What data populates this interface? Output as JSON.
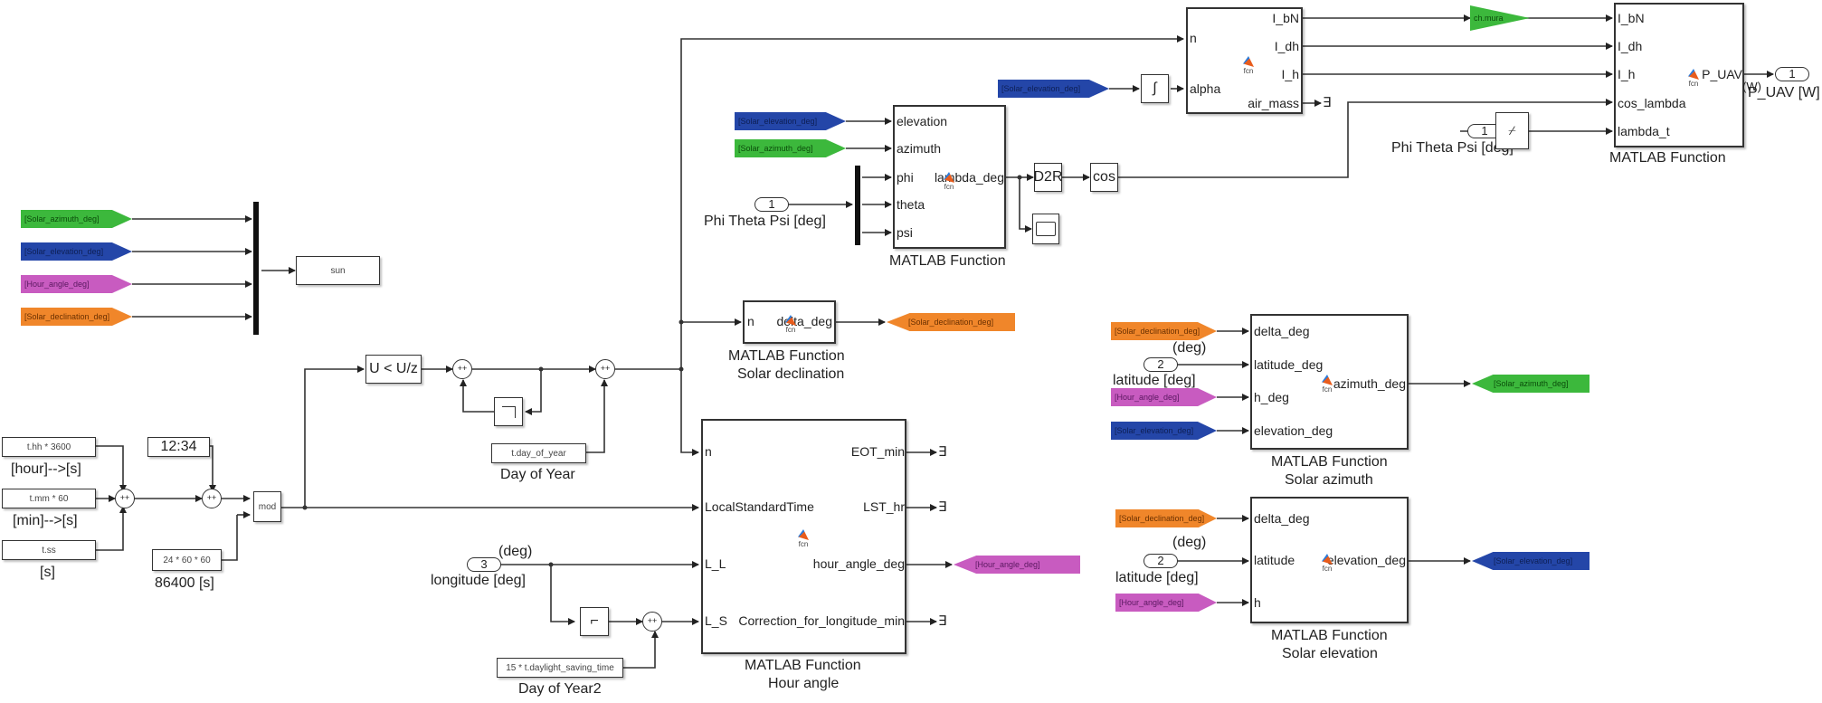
{
  "diagram": {
    "type": "simulink-model",
    "colors": {
      "green_tag": "#3cb83c",
      "blue_tag": "#2446a8",
      "magenta_tag": "#c85bc0",
      "orange_tag": "#f0862a"
    }
  },
  "sun_mux": {
    "from_tags": [
      "[Solar_azimuth_deg]",
      "[Solar_elevation_deg]",
      "[Hour_angle_deg]",
      "[Solar_declination_deg]"
    ],
    "output_block": "sun"
  },
  "time_inputs": {
    "hours": {
      "expr": "t.hh * 3600",
      "label": "[hour]-->[s]"
    },
    "minutes": {
      "expr": "t.mm * 60",
      "label": "[min]-->[s]"
    },
    "seconds": {
      "expr": "t.ss",
      "label": "[s]"
    },
    "clock_display": "12:34",
    "day_seconds": {
      "expr": "24 * 60 * 60",
      "label": "86400 [s]"
    },
    "mod_block": "mod",
    "sum_signs": "++"
  },
  "day_counter": {
    "detect": "U < U/z",
    "day_of_year": {
      "expr": "t.day_of_year",
      "label": "Day of Year"
    },
    "dst": {
      "expr": "15 * t.daylight_saving_time",
      "label": "Day of Year2"
    }
  },
  "longitude_inport": {
    "number": "3",
    "unit": "(deg)",
    "label": "longitude [deg]"
  },
  "hour_angle_block": {
    "inputs": [
      "n",
      "LocalStandardTime",
      "L_L",
      "L_S"
    ],
    "outputs": [
      "EOT_min",
      "LST_hr",
      "hour_angle_deg",
      "Correction_for_longitude_min"
    ],
    "icon_text": "fcn",
    "title": "MATLAB Function",
    "subtitle": "Hour angle",
    "goto_tag": "[Hour_angle_deg]"
  },
  "declination_block": {
    "input": "n",
    "output": "delta_deg",
    "icon_text": "fcn",
    "title": "MATLAB Function",
    "subtitle": "Solar declination",
    "goto_tag": "[Solar_declination_deg]"
  },
  "lambda_block": {
    "from_tags": [
      "[Solar_elevation_deg]",
      "[Solar_azimuth_deg]"
    ],
    "inport": {
      "number": "1",
      "label": "Phi Theta Psi [deg]"
    },
    "inputs": [
      "elevation",
      "azimuth",
      "phi",
      "theta",
      "psi"
    ],
    "output": "lambda_deg",
    "icon_text": "fcn",
    "title": "MATLAB Function",
    "d2r": "D2R",
    "cos": "cos"
  },
  "irradiance_block": {
    "from_tag": "[Solar_elevation_deg]",
    "inputs": [
      "n",
      "alpha"
    ],
    "outputs": [
      "I_bN",
      "I_dh",
      "I_h",
      "air_mass"
    ],
    "icon_text": "fcn"
  },
  "power_block": {
    "gain": "ch.mura",
    "inputs": [
      "I_bN",
      "I_dh",
      "I_h",
      "cos_lambda",
      "lambda_t"
    ],
    "output": "P_UAV",
    "icon_text": "fcn",
    "title": "MATLAB Function",
    "inport": {
      "number": "1",
      "label": "Phi Theta Psi [deg]"
    },
    "outport": {
      "number": "1",
      "unit": "(W)",
      "label": "P_UAV [W]"
    }
  },
  "azimuth_block": {
    "from_tags": [
      "[Solar_declination_deg]",
      "[Hour_angle_deg]",
      "[Solar_elevation_deg]"
    ],
    "inport": {
      "number": "2",
      "unit": "(deg)",
      "label": "latitude [deg]"
    },
    "inputs": [
      "delta_deg",
      "latitude_deg",
      "h_deg",
      "elevation_deg"
    ],
    "output": "azimuth_deg",
    "icon_text": "fcn",
    "title": "MATLAB Function",
    "subtitle": "Solar azimuth",
    "goto_tag": "[Solar_azimuth_deg]"
  },
  "elevation_block": {
    "from_tags": [
      "[Solar_declination_deg]",
      "[Hour_angle_deg]"
    ],
    "inport": {
      "number": "2",
      "unit": "(deg)",
      "label": "latitude [deg]"
    },
    "inputs": [
      "delta_deg",
      "latitude",
      "h"
    ],
    "output": "elevation_deg",
    "icon_text": "fcn",
    "title": "MATLAB Function",
    "subtitle": "Solar elevation",
    "goto_tag": "[Solar_elevation_deg]"
  }
}
